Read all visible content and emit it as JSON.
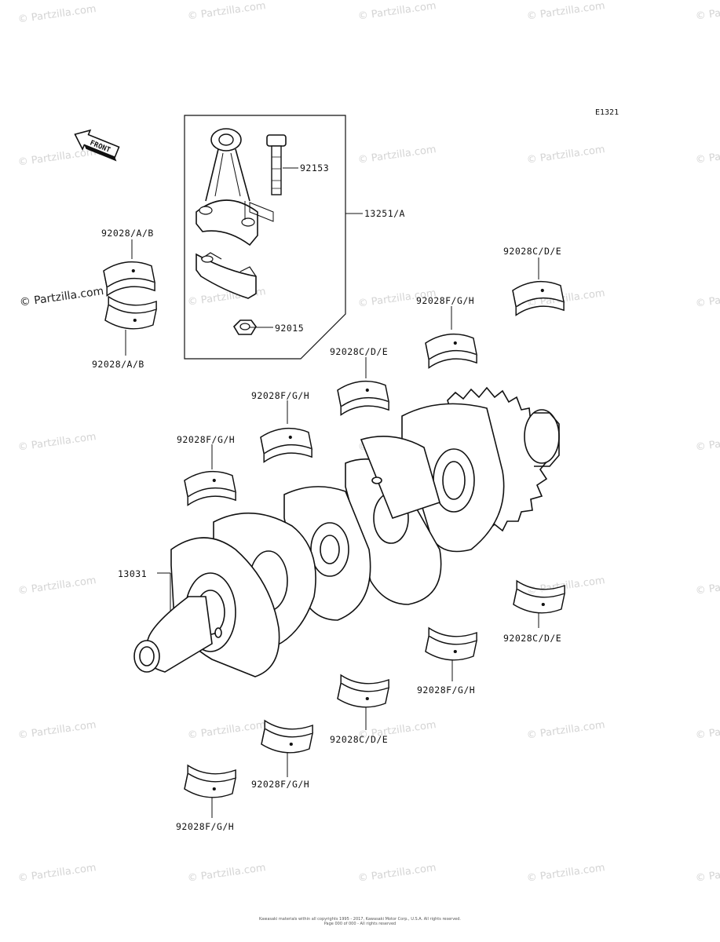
{
  "diagram_code": "E1321",
  "watermark": "© Partzilla.com",
  "front_label": "FRONT",
  "parts": {
    "p92153": "92153",
    "p13251a": "13251/A",
    "p92015": "92015",
    "p13031": "13031",
    "p92028ab_1": "92028/A/B",
    "p92028ab_2": "92028/A/B",
    "p92028cde_1": "92028C/D/E",
    "p92028cde_2": "92028C/D/E",
    "p92028cde_3": "92028C/D/E",
    "p92028cde_4": "92028C/D/E",
    "p92028fgh_1": "92028F/G/H",
    "p92028fgh_2": "92028F/G/H",
    "p92028fgh_3": "92028F/G/H",
    "p92028fgh_4": "92028F/G/H",
    "p92028fgh_5": "92028F/G/H",
    "p92028fgh_6": "92028F/G/H"
  },
  "copyright_line1": "Kawasaki materials within all copyrights 1995 - 2017, Kawasaki Motor Corp., U.S.A. All rights reserved.",
  "copyright_line2": "Page 000 of 000 - All rights reserved"
}
